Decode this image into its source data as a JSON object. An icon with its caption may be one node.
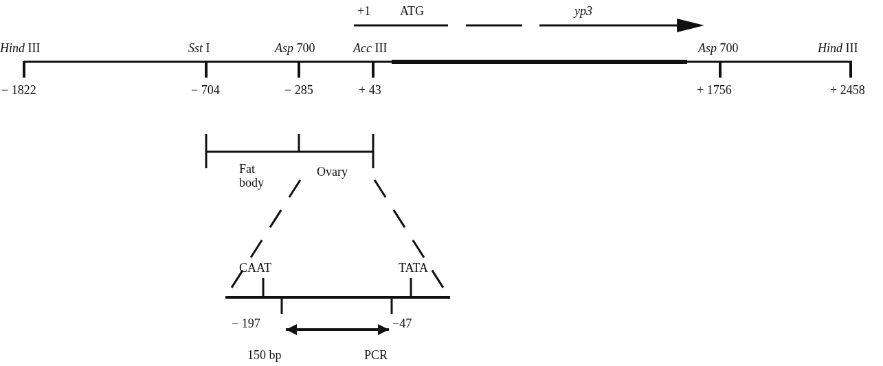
{
  "diagram": {
    "labels": [
      "+1",
      "ATG",
      "yp3",
      "*Hind* III",
      "*Sst* I",
      "*Asp* 700",
      "*Acc* III",
      "*Asp* 700",
      "*Hind* III",
      "− 1822",
      "− 704",
      "− 285",
      "+ 43",
      "+ 1756",
      "+ 2458",
      "Fat body",
      "Ovary",
      "CAAT",
      "TATA",
      "− 197",
      "−47",
      "150 bp",
      "PCR"
    ]
  }
}
